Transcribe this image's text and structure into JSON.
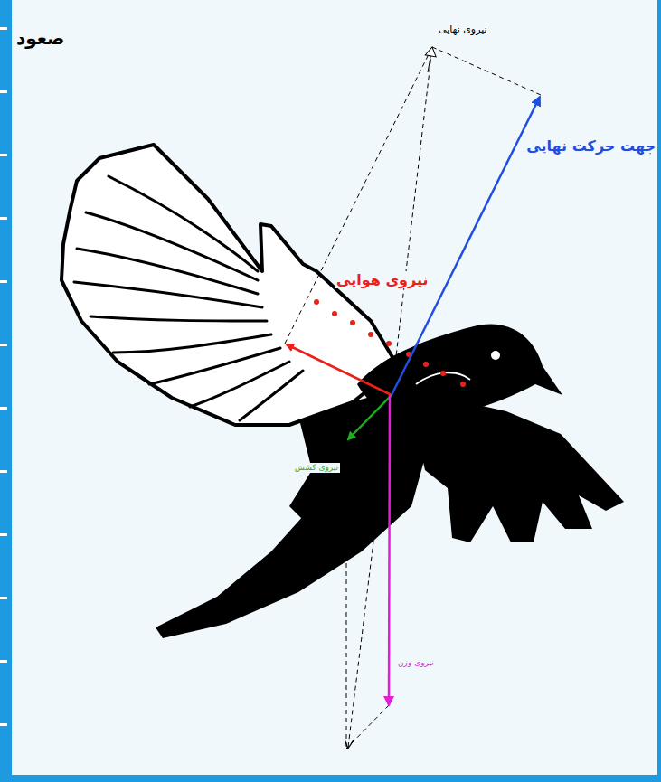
{
  "diagram": {
    "title": "صعود",
    "labels": [
      "نیروی نهایی",
      "جهت حرکت نهایی",
      "نیروی هوایی",
      "نیروی کشش",
      "نیروی وزن"
    ]
  }
}
